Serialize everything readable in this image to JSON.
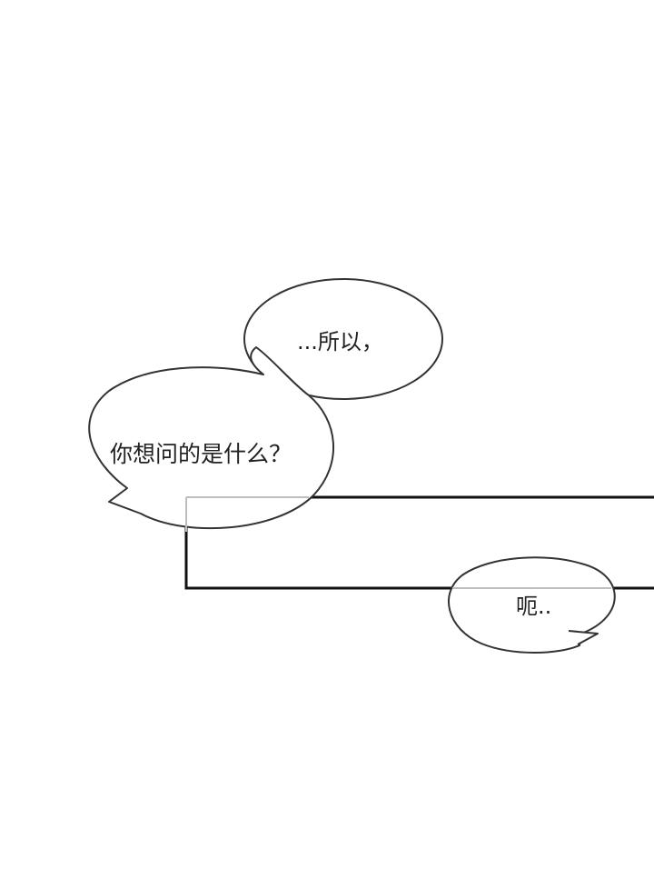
{
  "panel": {
    "background": "#ffffff",
    "ink": "#222222",
    "frame_color": "#111111"
  },
  "bubbles": {
    "top": {
      "text": "...所以，"
    },
    "left": {
      "text": "你想问的是什么？"
    },
    "bottom": {
      "text": "呃.."
    }
  }
}
